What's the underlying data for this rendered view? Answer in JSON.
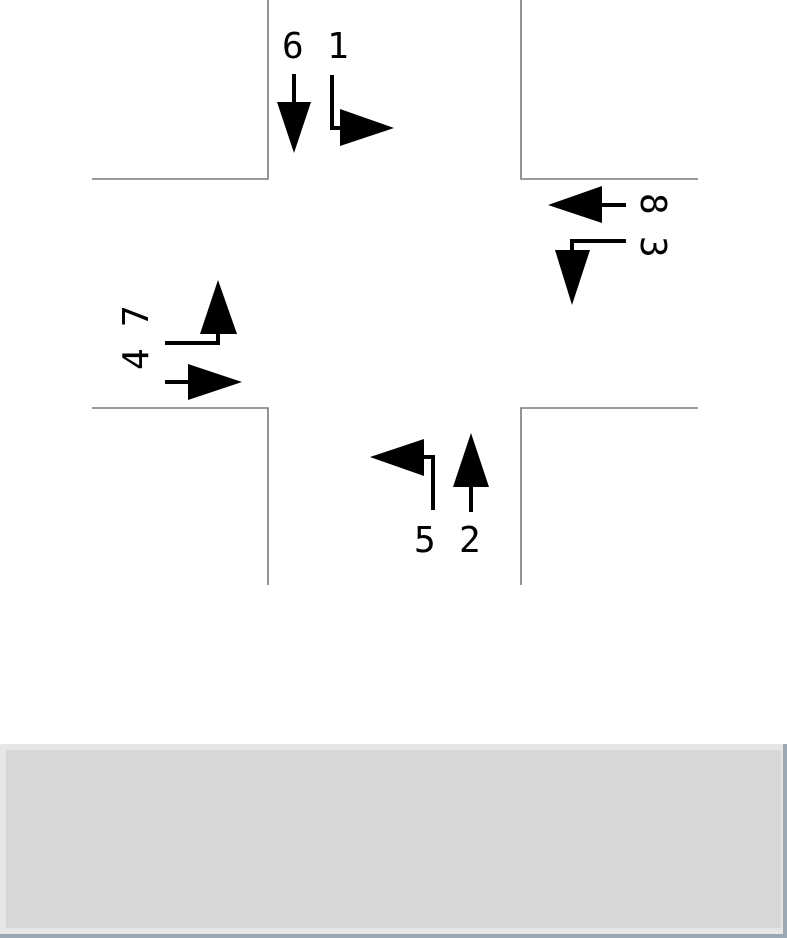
{
  "diagram": {
    "movement_labels": {
      "m1": "1",
      "m2": "2",
      "m3": "3",
      "m4": "4",
      "m5": "5",
      "m6": "6",
      "m7": "7",
      "m8": "8"
    }
  },
  "panel": {
    "background": "#d7d7d7",
    "border_color": "#98a9b3"
  }
}
